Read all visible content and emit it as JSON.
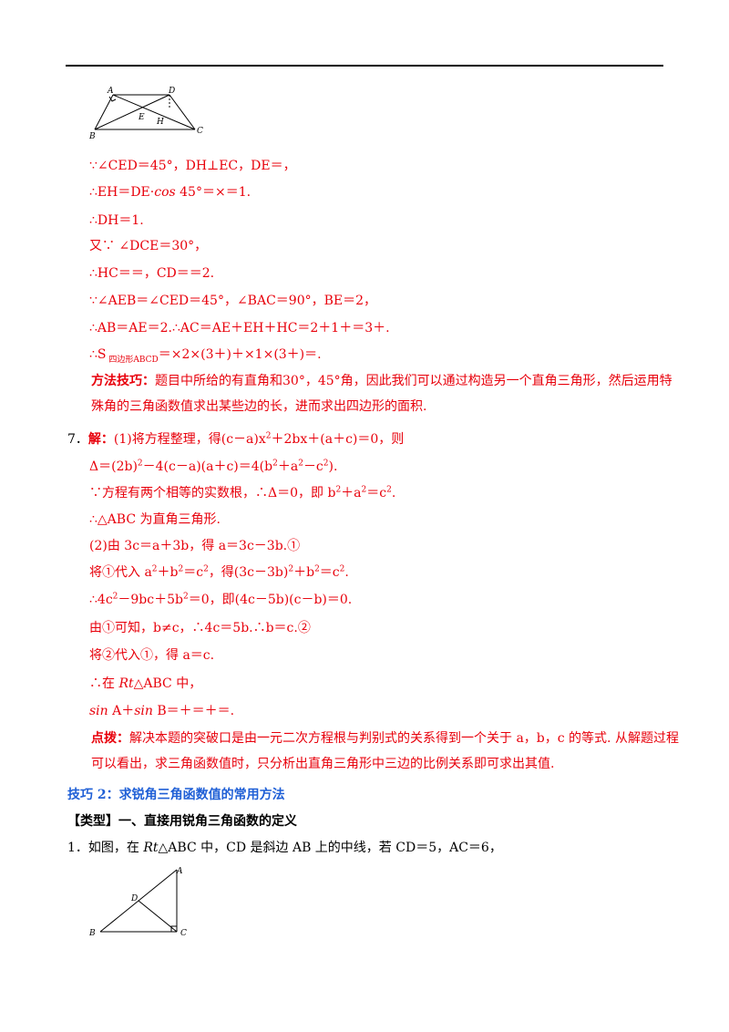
{
  "fig1": {
    "labels": {
      "A": "A",
      "D": "D",
      "E": "E",
      "H": "H",
      "B": "B",
      "C": "C"
    }
  },
  "fig2": {
    "labels": {
      "A": "A",
      "D": "D",
      "B": "B",
      "C": "C"
    }
  },
  "lines": {
    "l1": "∵∠CED＝45°，DH⊥EC，DE＝，",
    "l2a": "∴EH＝DE·",
    "l2b": "cos",
    "l2c": " 45°＝×＝1.",
    "l3": "∴DH＝1.",
    "l4": "又∵ ∠DCE＝30°，",
    "l5": "∴HC＝＝，CD＝＝2.",
    "l6": "∵∠AEB＝∠CED＝45°，∠BAC＝90°，BE＝2，",
    "l7": "∴AB＝AE＝2.∴AC＝AE＋EH＋HC＝2＋1＋＝3＋.",
    "l8a": "∴S",
    "l8sub": " 四边形ABCD",
    "l8b": "＝×2×(3＋)＋×1×(3＋)＝.",
    "tip_label": "方法技巧：",
    "tip_text": "题目中所给的有直角和30°，45°角，因此我们可以通过构造另一个直角三角形，然后运用特殊角的三角函数值求出某些边的长，进而求出四边形的面积.",
    "q7_num": "7．",
    "q7_label": "解：",
    "q7_a": "(1)将方程整理，得(c－a)x",
    "q7_b": "＋2bx＋(a＋c)＝0，则",
    "d1": "Δ＝(2b)",
    "d2": "－4(c－a)(a＋c)＝4(b",
    "d3": "＋a",
    "d4": "－c",
    "d5": ").",
    "e1": "∵方程有两个相等的实数根，∴Δ＝0，即 b",
    "e2": "＋a",
    "e3": "＝c",
    "e4": ".",
    "f1": "∴△ABC 为直角三角形.",
    "g1": "(2)由 3c＝a＋3b，得 a＝3c－3b.①",
    "h1": "将①代入 a",
    "h2": "＋b",
    "h3": "＝c",
    "h4": "，得(3c－3b)",
    "h5": "＋b",
    "h6": "＝c",
    "h7": ".",
    "i1": "∴4c",
    "i2": "－9bc＋5b",
    "i3": "＝0，即(4c－5b)(c－b)＝0.",
    "j1": "由①可知，b≠c，∴4c＝5b.∴b＝c.②",
    "k1": "将②代入①，得 a＝c.",
    "m1": "∴在 ",
    "m2": "Rt",
    "m3": "△ABC 中，",
    "n1": "sin",
    "n2": " A＋",
    "n3": "sin",
    "n4": " B＝＋＝＋＝.",
    "note_label": "点拨：",
    "note_text": "解决本题的突破口是由一元二次方程根与判别式的关系得到一个关于 a，b，c 的等式. 从解题过程可以看出，求三角函数值时，只分析出直角三角形中三边的比例关系即可求出其值.",
    "skill_heading": "技巧 2：求锐角三角函数值的常用方法",
    "type_heading": "【类型】一、直接用锐角三角函数的定义",
    "p1a": "1．如图，在 ",
    "p1b": "Rt",
    "p1c": "△ABC 中，CD 是斜边 AB 上的中线，若 CD＝5，AC＝6，"
  },
  "superscripts": {
    "two": "2"
  }
}
